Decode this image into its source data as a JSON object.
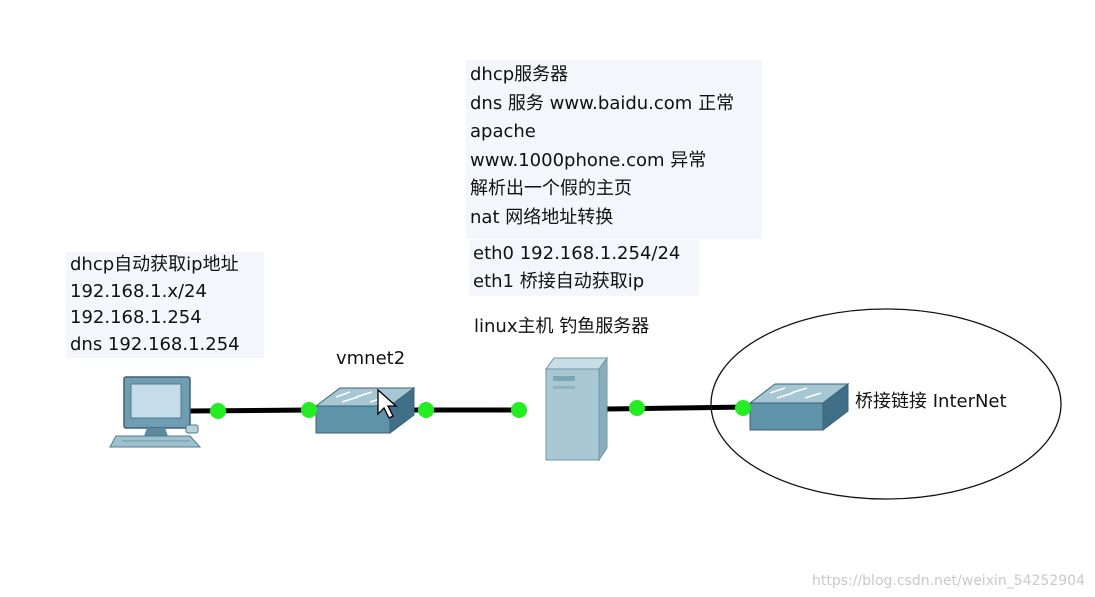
{
  "server_notes": [
    "dhcp服务器",
    "dns 服务 www.baidu.com 正常",
    "apache",
    "www.1000phone.com 异常",
    "解析出一个假的主页",
    "nat 网络地址转换"
  ],
  "eth_notes": [
    "eth0 192.168.1.254/24",
    "eth1 桥接自动获取ip"
  ],
  "pc_notes": [
    "dhcp自动获取ip地址",
    "192.168.1.x/24",
    "192.168.1.254",
    "dns 192.168.1.254"
  ],
  "labels": {
    "vmnet": "vmnet2",
    "linux_host": "linux主机 钓鱼服务器",
    "internet": "桥接链接 InterNet"
  },
  "watermark": "https://blog.csdn.net/weixin_54252904",
  "colors": {
    "link_dot": "#22ee22",
    "link_line": "#000000",
    "device_blue": "#5f93aa",
    "server_body": "#a9c8d2"
  }
}
